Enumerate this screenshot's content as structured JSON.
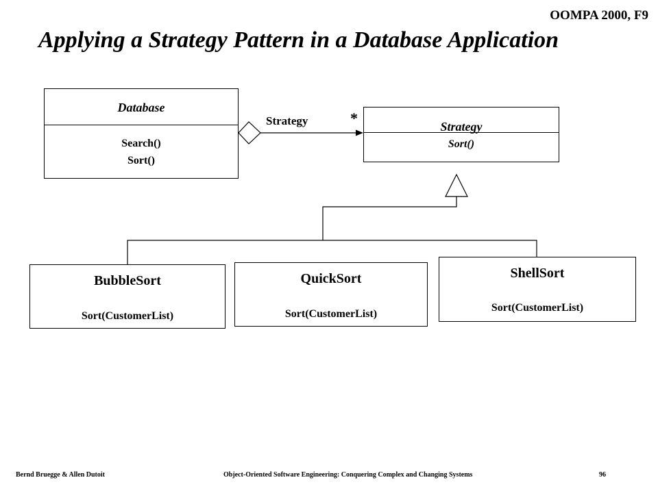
{
  "header": {
    "course_label": "OOMPA 2000, F9",
    "title": "Applying a Strategy Pattern in a Database Application"
  },
  "database_class": {
    "name": "Database",
    "operations": [
      "Search()",
      "Sort()"
    ]
  },
  "association": {
    "role_label": "Strategy",
    "multiplicity": "*"
  },
  "strategy_class": {
    "name": "Strategy",
    "operation": "Sort()"
  },
  "subclasses": [
    {
      "name": "BubbleSort",
      "operation": "Sort(CustomerList)"
    },
    {
      "name": "QuickSort",
      "operation": "Sort(CustomerList)"
    },
    {
      "name": "ShellSort",
      "operation": "Sort(CustomerList)"
    }
  ],
  "footer": {
    "authors": "Bernd Bruegge & Allen Dutoit",
    "book": "Object-Oriented Software Engineering: Conquering Complex and Changing Systems",
    "page_number": "96"
  }
}
